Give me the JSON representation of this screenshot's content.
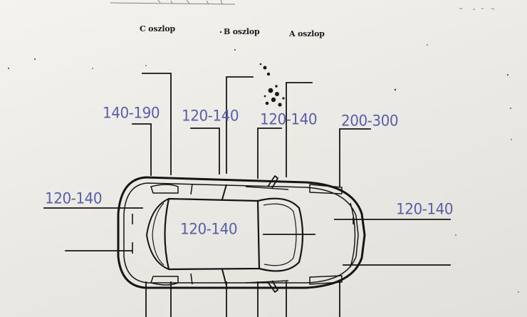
{
  "pillar_labels": {
    "c_pillar": "C oszlop",
    "b_pillar": "B oszlop",
    "a_pillar": "A oszlop"
  },
  "measurements": {
    "rear_quarter_roof": "140-190",
    "rear_door_roof": "120-140",
    "front_door_roof": "120-140",
    "front_fender": "200-300",
    "rear": "120-140",
    "roof": "120-140",
    "hood": "120-140"
  },
  "colors": {
    "ink": "#1b1b1b",
    "pen": "#5a5ea8",
    "paper": "#f1f0ec"
  }
}
